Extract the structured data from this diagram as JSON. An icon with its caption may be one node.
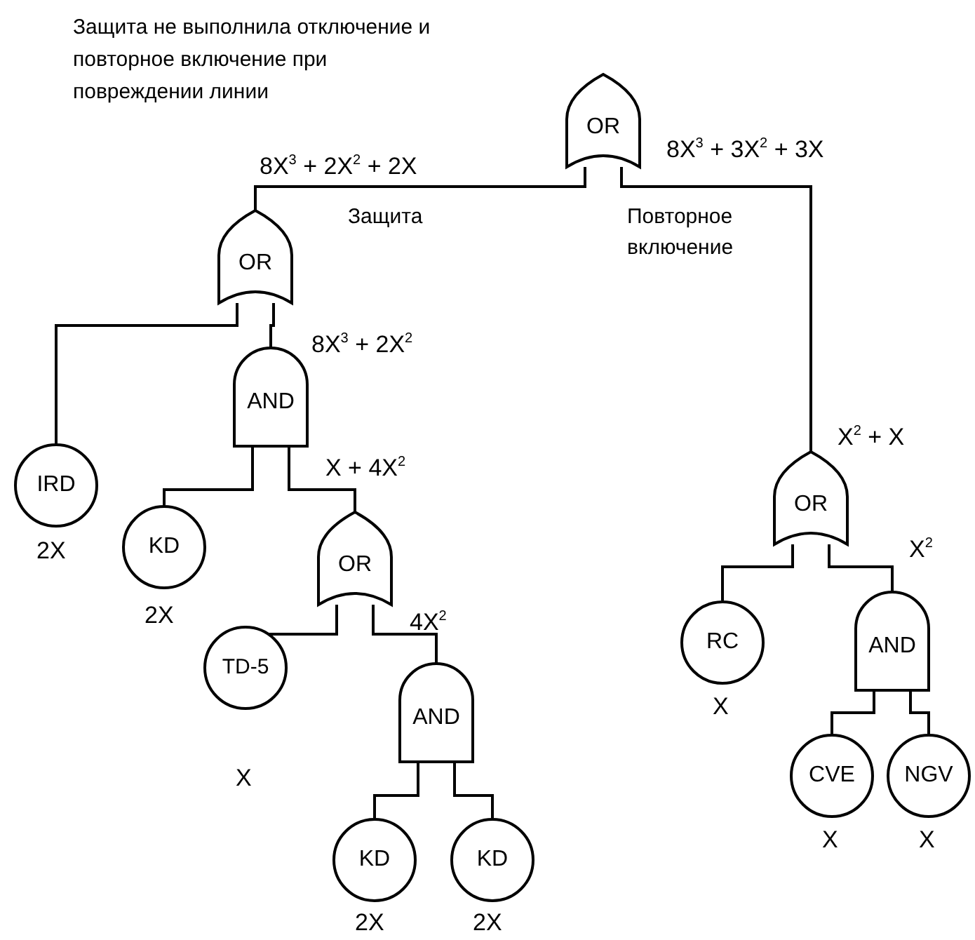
{
  "diagram": {
    "title": "Защита не выполнила отключение и повторное включение при повреждении линии",
    "nodes": [
      {
        "text": [
          "OR"
        ],
        "beside": [
          "8X$^{3}$ + 3X$^{2}$ + 3X"
        ]
      },
      {
        "text": [
          "OR"
        ],
        "beside": [
          "8X$^{3}$ + 2X$^{2}$ + 2X"
        ]
      },
      {
        "text": [
          "IRD"
        ],
        "beside": [
          "2X"
        ]
      },
      {
        "text": [
          "AND"
        ],
        "beside": [
          "8X$^{3}$ + 2X$^{2}$"
        ]
      },
      {
        "text": [
          "KD"
        ],
        "beside": [
          "2X"
        ]
      },
      {
        "text": [
          "OR"
        ]
      },
      {
        "text": [
          "TD-5"
        ],
        "beside": [
          "X"
        ]
      },
      {
        "text": [
          "AND"
        ]
      },
      {
        "text": [
          "KD"
        ],
        "beside": [
          "2X"
        ]
      },
      {
        "text": [
          "KD"
        ],
        "beside": [
          "2X"
        ]
      },
      {
        "text": [
          "OR"
        ],
        "beside": [
          "X$^{2}$ + X"
        ]
      },
      {
        "text": [
          "RC"
        ],
        "beside": [
          "X"
        ]
      },
      {
        "text": [
          "AND"
        ],
        "beside": [
          "X$^{2}$"
        ]
      },
      {
        "text": [
          "CVE"
        ],
        "beside": [
          "X"
        ]
      },
      {
        "text": [
          "NGV"
        ],
        "beside": [
          "X"
        ]
      }
    ],
    "edges": [
      {
        "from": 0,
        "to": 1,
        "arrow": "none",
        "label": "Защита"
      },
      {
        "from": 0,
        "to": 10,
        "arrow": "none",
        "label": "Повторное включение"
      },
      {
        "from": 1,
        "to": 2,
        "arrow": "none"
      },
      {
        "from": 1,
        "to": 3,
        "arrow": "none"
      },
      {
        "from": 3,
        "to": 4,
        "arrow": "none"
      },
      {
        "from": 3,
        "to": 5,
        "arrow": "none"
      },
      {
        "from": 5,
        "to": 6,
        "arrow": "none"
      },
      {
        "from": 5,
        "to": 7,
        "arrow": "none"
      },
      {
        "from": 7,
        "to": 8,
        "arrow": "none"
      },
      {
        "from": 7,
        "to": 9,
        "arrow": "none"
      },
      {
        "from": 10,
        "to": 11,
        "arrow": "none"
      },
      {
        "from": 10,
        "to": 12,
        "arrow": "none"
      },
      {
        "from": 12,
        "to": 13,
        "arrow": "none"
      },
      {
        "from": 12,
        "to": 14,
        "arrow": "none"
      }
    ],
    "labels": [
      "X + 4X$^{2}$",
      "4X$^{2}$"
    ]
  }
}
